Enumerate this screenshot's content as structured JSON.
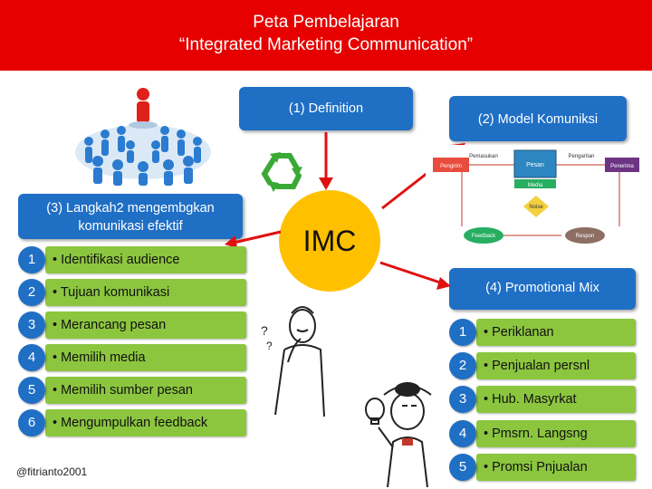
{
  "header": {
    "line1": "Peta Pembelajaran",
    "line2": "“Integrated Marketing Communication”"
  },
  "definition_label": "(1) Definition",
  "model_label": "(2) Model Komuniksi",
  "center_label": "IMC",
  "langkah": {
    "title": "(3) Langkah2 mengembgkan komunikasi efektif",
    "items": [
      {
        "num": "1",
        "text": "• Identifikasi audience"
      },
      {
        "num": "2",
        "text": "• Tujuan komunikasi"
      },
      {
        "num": "3",
        "text": "• Merancang pesan"
      },
      {
        "num": "4",
        "text": "• Memilih media"
      },
      {
        "num": "5",
        "text": "• Memilih sumber pesan"
      },
      {
        "num": "6",
        "text": "• Mengumpulkan feedback"
      }
    ]
  },
  "promo": {
    "title": "(4) Promotional Mix",
    "items": [
      {
        "num": "1",
        "text": "• Periklanan"
      },
      {
        "num": "2",
        "text": "• Penjualan persnl"
      },
      {
        "num": "3",
        "text": "• Hub. Masyrkat"
      },
      {
        "num": "4",
        "text": "• Pmsrn. Langsng"
      },
      {
        "num": "5",
        "text": "• Promsi Pnjualan"
      }
    ]
  },
  "model_diagram": {
    "nodes": [
      "Pengirim",
      "Pesan",
      "Penerima",
      "Media",
      "Noise",
      "Feedback",
      "Respon"
    ],
    "edge_labels": [
      "Pemasukan",
      "Pengartian"
    ]
  },
  "credit": "@fitrianto2001",
  "colors": {
    "header": "#e60000",
    "blue": "#1f6fc5",
    "green": "#8cc63f",
    "imc": "#ffc000"
  }
}
